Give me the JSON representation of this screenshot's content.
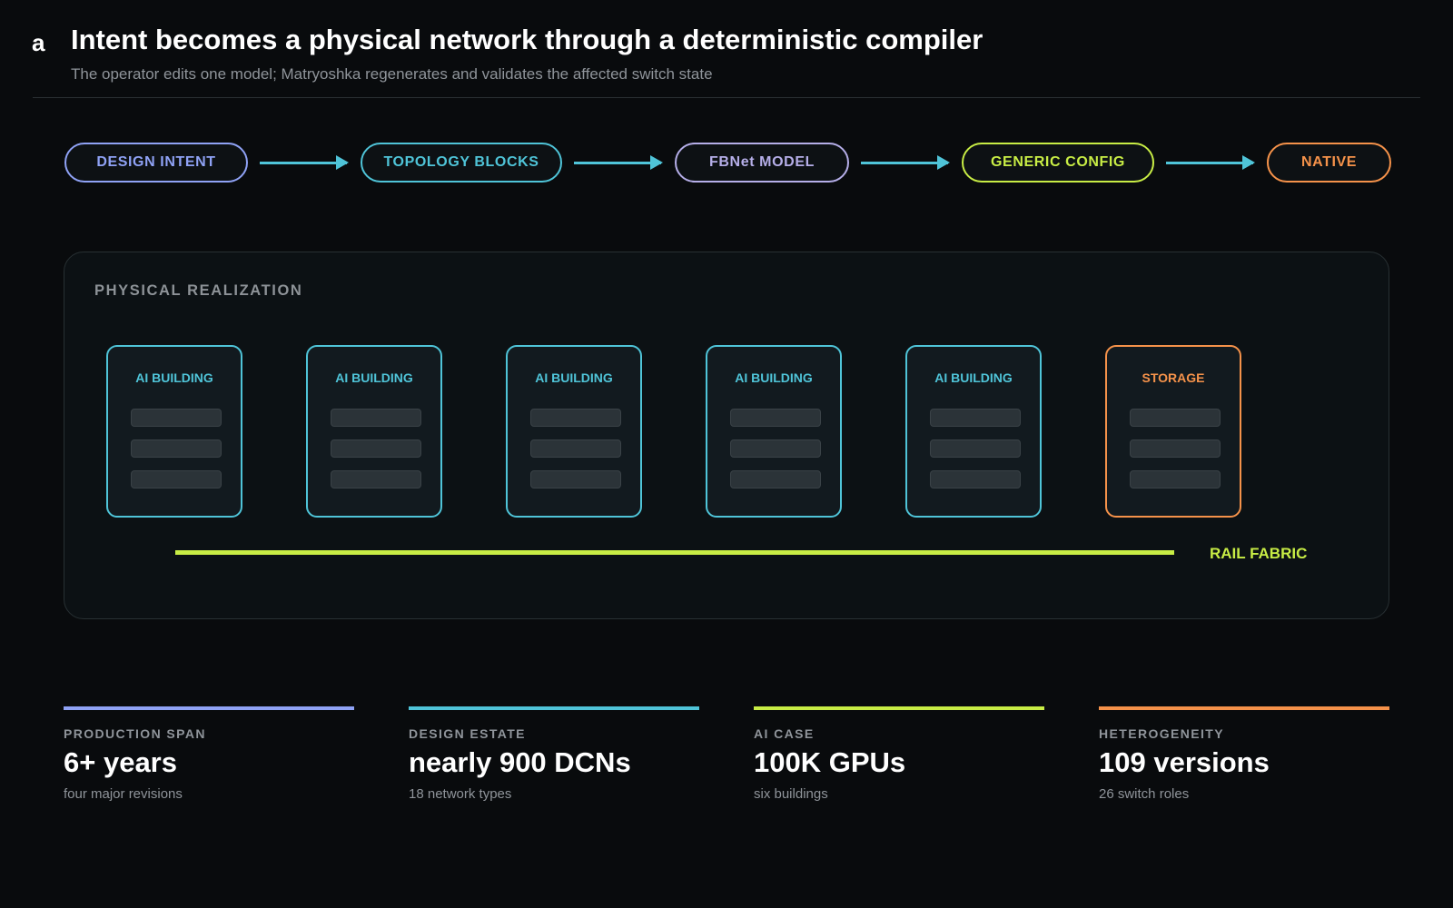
{
  "header": {
    "panel_letter": "a",
    "title": "Intent becomes a physical network through a deterministic compiler",
    "subtitle": "The operator edits one model; Matryoshka regenerates and validates the affected switch state"
  },
  "pipeline": {
    "stages": [
      {
        "label": "DESIGN INTENT",
        "color": "#8fa2f5"
      },
      {
        "label": "TOPOLOGY BLOCKS",
        "color": "#4fc4d8"
      },
      {
        "label": "FBNet MODEL",
        "color": "#b5aee8"
      },
      {
        "label": "GENERIC CONFIG",
        "color": "#c8ed45"
      },
      {
        "label": "NATIVE",
        "color": "#f5924a"
      }
    ],
    "arrow_color": "#4fc4d8"
  },
  "physical": {
    "title": "PHYSICAL REALIZATION",
    "buildings": [
      {
        "label": "AI BUILDING",
        "color": "#4fc4d8"
      },
      {
        "label": "AI BUILDING",
        "color": "#4fc4d8"
      },
      {
        "label": "AI BUILDING",
        "color": "#4fc4d8"
      },
      {
        "label": "AI BUILDING",
        "color": "#4fc4d8"
      },
      {
        "label": "AI BUILDING",
        "color": "#4fc4d8"
      },
      {
        "label": "STORAGE",
        "color": "#f5924a"
      }
    ],
    "rail_label": "RAIL FABRIC",
    "rail_color": "#c8ed45"
  },
  "stats": [
    {
      "label": "PRODUCTION SPAN",
      "value": "6+ years",
      "sub": "four major revisions",
      "color": "#8fa2f5"
    },
    {
      "label": "DESIGN ESTATE",
      "value": "nearly 900 DCNs",
      "sub": "18 network types",
      "color": "#4fc4d8"
    },
    {
      "label": "AI CASE",
      "value": "100K GPUs",
      "sub": "six buildings",
      "color": "#c8ed45"
    },
    {
      "label": "HETEROGENEITY",
      "value": "109 versions",
      "sub": "26 switch roles",
      "color": "#f5924a"
    }
  ]
}
